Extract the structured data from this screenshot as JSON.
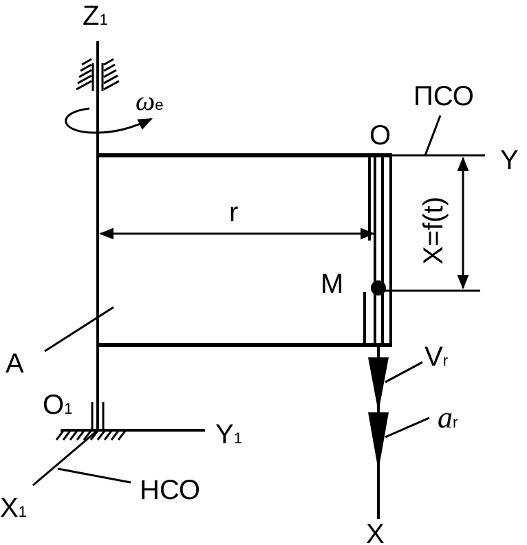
{
  "labels": {
    "z1_axis": "Z",
    "z1_sub": "1",
    "omega": "ω",
    "omega_sub": "e",
    "pso": "ПСО",
    "o_point": "O",
    "y_axis": "Y",
    "r_label": "r",
    "x_eq": "X=f(t)",
    "m_point": "M",
    "a_body": "A",
    "vr": "V",
    "vr_sub": "r",
    "ar": "a",
    "ar_sub": "r",
    "o1": "O",
    "o1_sub": "1",
    "y1": "Y",
    "y1_sub": "1",
    "nso": "НСО",
    "x1": "X",
    "x1_sub": "1",
    "x_axis": "X"
  },
  "colors": {
    "ink": "#000000",
    "paper": "#ffffff"
  }
}
